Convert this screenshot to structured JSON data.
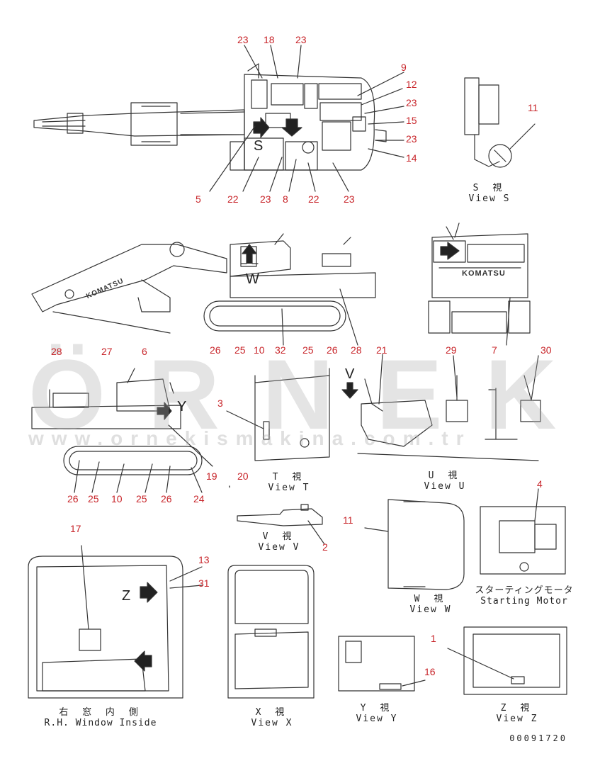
{
  "watermark": {
    "brand": "ÖRNEK",
    "url": "www.ornekismakina.com.tr"
  },
  "callouts": [
    {
      "key": "c1",
      "label": "23"
    },
    {
      "key": "c2",
      "label": "18"
    },
    {
      "key": "c3",
      "label": "23"
    },
    {
      "key": "c4",
      "label": "9"
    },
    {
      "key": "c5",
      "label": "12"
    },
    {
      "key": "c6",
      "label": "23"
    },
    {
      "key": "c7",
      "label": "15"
    },
    {
      "key": "c8",
      "label": "23"
    },
    {
      "key": "c9",
      "label": "14"
    },
    {
      "key": "c10",
      "label": "5"
    },
    {
      "key": "c11",
      "label": "22"
    },
    {
      "key": "c12",
      "label": "23"
    },
    {
      "key": "c13",
      "label": "8"
    },
    {
      "key": "c14",
      "label": "22"
    },
    {
      "key": "c15",
      "label": "23"
    },
    {
      "key": "c16",
      "label": "11"
    },
    {
      "key": "c17",
      "label": "26"
    },
    {
      "key": "c18",
      "label": "25"
    },
    {
      "key": "c19",
      "label": "10"
    },
    {
      "key": "c20",
      "label": "32"
    },
    {
      "key": "c21",
      "label": "25"
    },
    {
      "key": "c22",
      "label": "26"
    },
    {
      "key": "c23",
      "label": "28"
    },
    {
      "key": "c24",
      "label": "7"
    },
    {
      "key": "c25",
      "label": "28"
    },
    {
      "key": "c26",
      "label": "27"
    },
    {
      "key": "c27",
      "label": "6"
    },
    {
      "key": "c28",
      "label": "3"
    },
    {
      "key": "c29",
      "label": "21"
    },
    {
      "key": "c30",
      "label": "29"
    },
    {
      "key": "c31",
      "label": "30"
    },
    {
      "key": "c32",
      "label": "19"
    },
    {
      "key": "c33",
      "label": "20"
    },
    {
      "key": "c34",
      "label": "26"
    },
    {
      "key": "c35",
      "label": "25"
    },
    {
      "key": "c36",
      "label": "10"
    },
    {
      "key": "c37",
      "label": "25"
    },
    {
      "key": "c38",
      "label": "26"
    },
    {
      "key": "c39",
      "label": "24"
    },
    {
      "key": "c40",
      "label": "2"
    },
    {
      "key": "c41",
      "label": "11"
    },
    {
      "key": "c42",
      "label": "4"
    },
    {
      "key": "c43",
      "label": "17"
    },
    {
      "key": "c44",
      "label": "13"
    },
    {
      "key": "c45",
      "label": "31"
    },
    {
      "key": "c46",
      "label": "1"
    },
    {
      "key": "c47",
      "label": "16"
    }
  ],
  "views": {
    "s": {
      "jp": "S 視",
      "en": "View S"
    },
    "t": {
      "jp": "T 視",
      "en": "View T"
    },
    "u": {
      "jp": "U 視",
      "en": "View U"
    },
    "v": {
      "jp": "V 視",
      "en": "View V"
    },
    "w": {
      "jp": "W 視",
      "en": "View W"
    },
    "x": {
      "jp": "X 視",
      "en": "View X"
    },
    "y": {
      "jp": "Y 視",
      "en": "View Y"
    },
    "z": {
      "jp": "Z 視",
      "en": "View Z"
    },
    "rh": {
      "jp": "右 窓 内 側",
      "en": "R.H. Window Inside"
    },
    "starter": {
      "jp": "スターティングモータ",
      "en": "Starting Motor"
    }
  },
  "view_letters": {
    "s": "S",
    "w": "W",
    "y": "Y",
    "v": "V",
    "z": "Z"
  },
  "comma": ",",
  "brand_label": "KOMATSU",
  "doc_number": "00091720"
}
